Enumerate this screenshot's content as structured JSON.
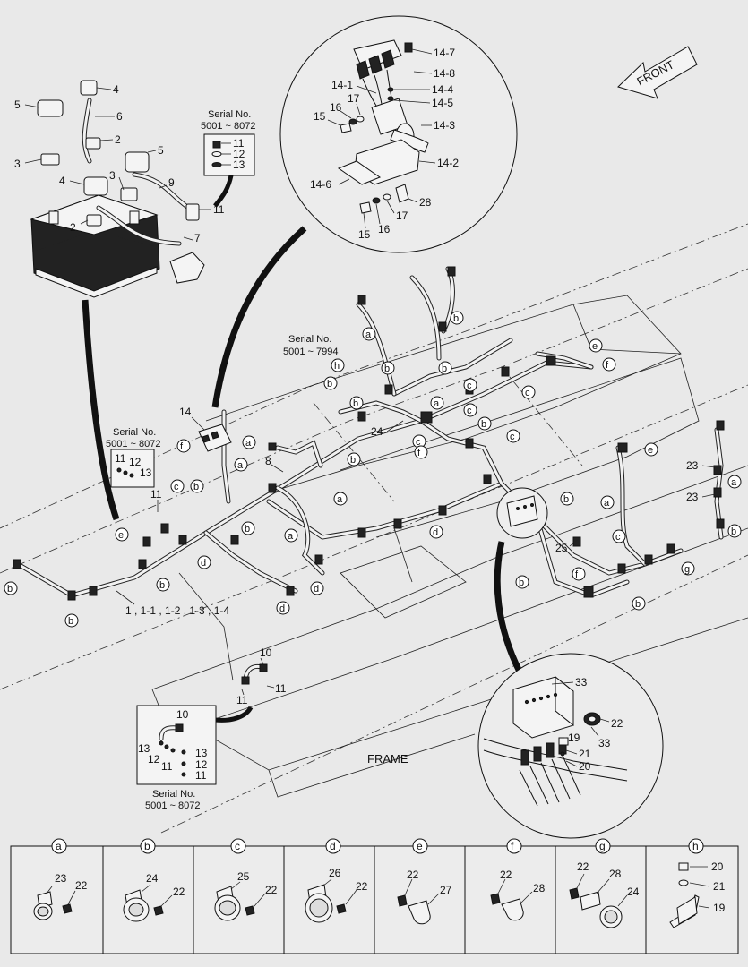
{
  "front_label": "FRONT",
  "frame_label": "FRAME",
  "serial_boxes": {
    "top": {
      "line1": "Serial No.",
      "line2": "5001 ~ 8072"
    },
    "mid": {
      "line1": "Serial No.",
      "line2": "5001 ~ 7994"
    },
    "left": {
      "line1": "Serial No.",
      "line2": "5001 ~ 8072"
    },
    "bottom": {
      "line1": "Serial No.",
      "line2": "5001 ~ 8072"
    }
  },
  "harness_label": "1 , 1-1 , 1-2 , 1-3 , 1-4",
  "battery_callouts": [
    "4",
    "5",
    "6",
    "2",
    "3",
    "5",
    "4",
    "3",
    "9",
    "2",
    "7",
    "11"
  ],
  "top_box_callouts": [
    "11",
    "12",
    "13"
  ],
  "detail_top_callouts": [
    "14-7",
    "14-8",
    "14-1",
    "14-4",
    "14-5",
    "17",
    "16",
    "15",
    "14-3",
    "14-2",
    "14-6",
    "28",
    "17",
    "16",
    "15"
  ],
  "main_callouts": [
    "14",
    "8",
    "11",
    "24",
    "25",
    "23",
    "23",
    "11",
    "12",
    "13"
  ],
  "bottom_callouts": [
    "10",
    "11",
    "11",
    "10",
    "13",
    "12",
    "11",
    "13",
    "12",
    "11"
  ],
  "detail_bottom_callouts": [
    "33",
    "22",
    "33",
    "19",
    "21",
    "20"
  ],
  "letters": [
    "a",
    "b",
    "c",
    "d",
    "e",
    "f",
    "g",
    "h"
  ],
  "clip_table": [
    {
      "letter": "a",
      "parts": [
        "23",
        "22"
      ]
    },
    {
      "letter": "b",
      "parts": [
        "24",
        "22"
      ]
    },
    {
      "letter": "c",
      "parts": [
        "25",
        "22"
      ]
    },
    {
      "letter": "d",
      "parts": [
        "26",
        "22"
      ]
    },
    {
      "letter": "e",
      "parts": [
        "22",
        "27"
      ]
    },
    {
      "letter": "f",
      "parts": [
        "22",
        "28"
      ]
    },
    {
      "letter": "g",
      "parts": [
        "22",
        "28",
        "24"
      ]
    },
    {
      "letter": "h",
      "parts": [
        "20",
        "21",
        "19"
      ]
    }
  ]
}
